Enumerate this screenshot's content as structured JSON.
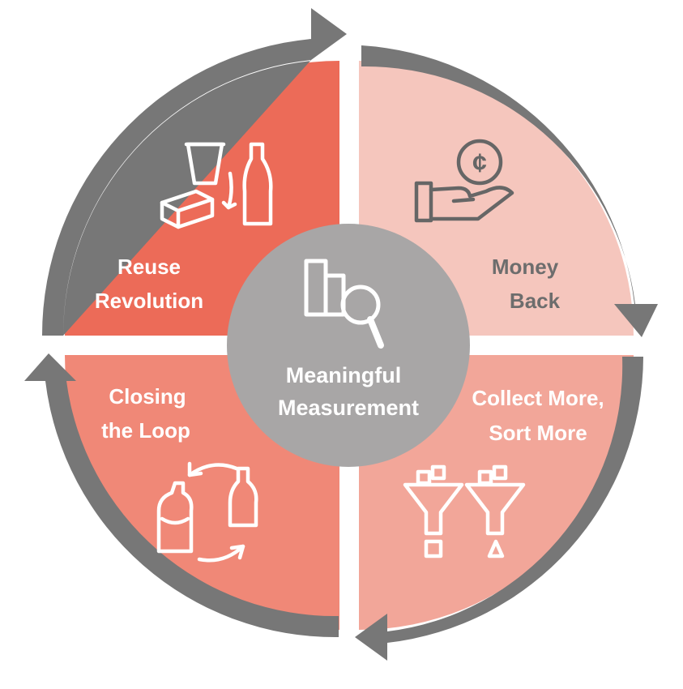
{
  "diagram": {
    "center": {
      "label_line1": "Meaningful",
      "label_line2": "Measurement",
      "icon": "chart-magnifier-icon"
    },
    "quadrants": [
      {
        "key": "top_left",
        "line1": "Reuse",
        "line2": "Revolution",
        "icon": "reuse-containers-icon",
        "fill": "#ec6b58",
        "text_color": "#ffffff"
      },
      {
        "key": "top_right",
        "line1": "Money",
        "line2": "Back",
        "icon": "hand-coin-icon",
        "fill": "#f5c6bd",
        "text_color": "#6d6d6d"
      },
      {
        "key": "bottom_left",
        "line1": "Closing",
        "line2": "the Loop",
        "icon": "bottle-cycle-icon",
        "fill": "#f08877",
        "text_color": "#ffffff"
      },
      {
        "key": "bottom_right",
        "line1": "Collect More,",
        "line2": "Sort More",
        "icon": "sorting-funnels-icon",
        "fill": "#f2a699",
        "text_color": "#ffffff"
      }
    ],
    "coin_symbol": "¢",
    "colors": {
      "arrow_ring": "#777777",
      "center_circle": "#a8a6a6",
      "icon_white": "#ffffff",
      "icon_gray": "#666666"
    }
  }
}
